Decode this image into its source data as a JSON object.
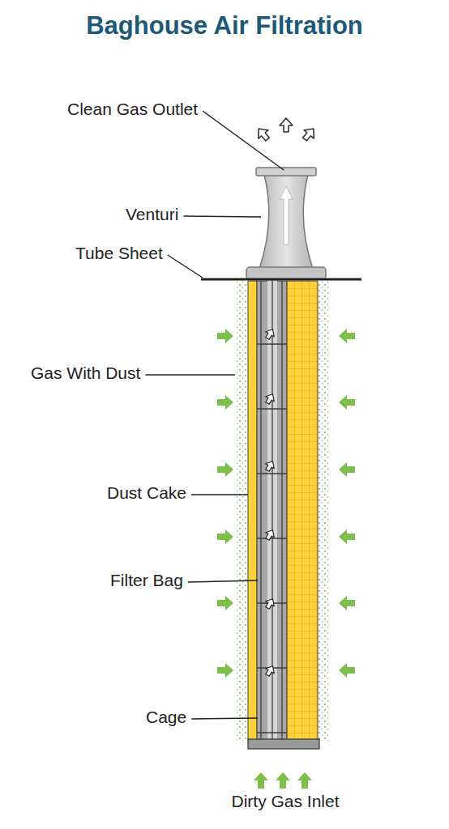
{
  "diagram": {
    "title": "Baghouse Air Filtration",
    "labels": [
      "Clean Gas Outlet",
      "Venturi",
      "Tube Sheet",
      "Gas With Dust",
      "Dust Cake",
      "Filter Bag",
      "Cage",
      "Dirty Gas Inlet"
    ]
  }
}
